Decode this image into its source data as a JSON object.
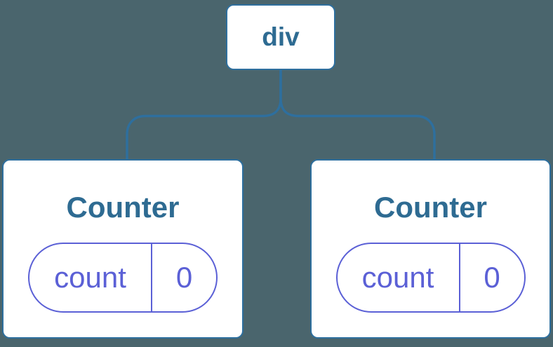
{
  "colors": {
    "background": "#4a656d",
    "line_blue": "#2e6f9e",
    "heading_blue": "#2e6b92",
    "state_purple": "#5b60d6",
    "card_white": "#ffffff"
  },
  "diagram": {
    "root": {
      "label": "div"
    },
    "children": [
      {
        "title": "Counter",
        "state": {
          "key": "count",
          "value": "0"
        }
      },
      {
        "title": "Counter",
        "state": {
          "key": "count",
          "value": "0"
        }
      }
    ]
  }
}
